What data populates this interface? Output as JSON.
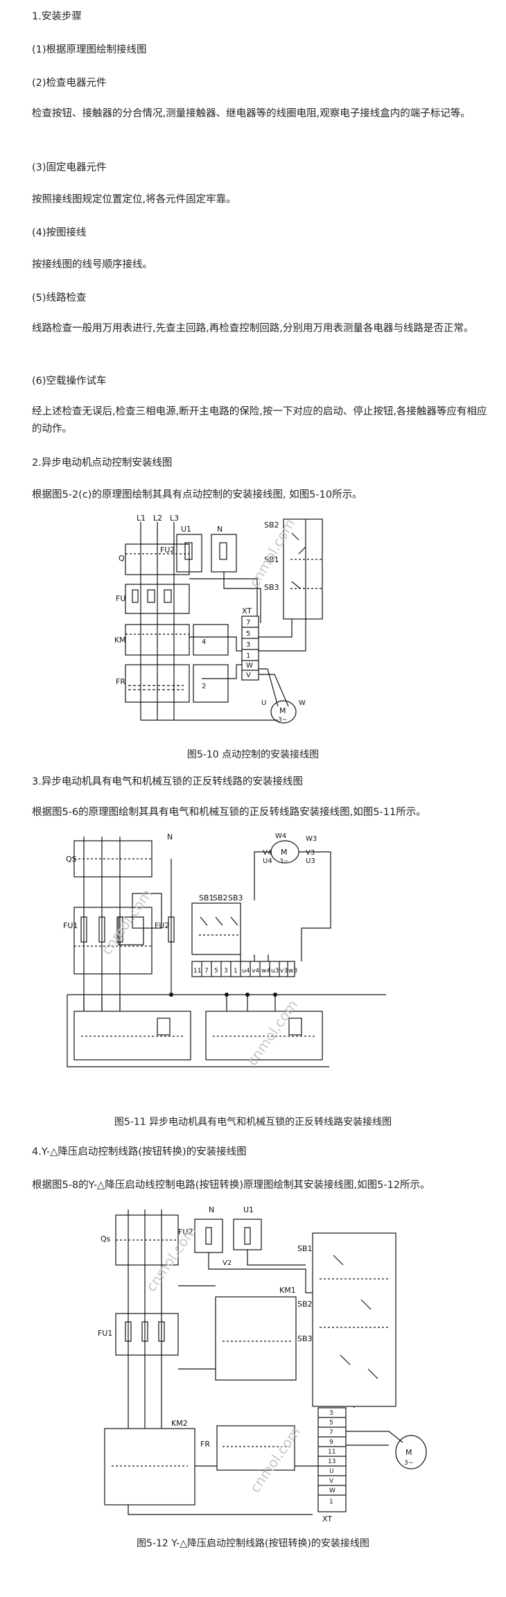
{
  "doc": {
    "h1": "1.安装步骤",
    "s1": "(1)根据原理图绘制接线图",
    "s2": "(2)检查电器元件",
    "p2": "检查按钮、接触器的分合情况,测量接触器、继电器等的线圈电阻,观察电子接线盒内的端子标记等。",
    "s3": "(3)固定电器元件",
    "p3": "按照接线图规定位置定位,将各元件固定牢靠。",
    "s4": "(4)按图接线",
    "p4": "按接线图的线号顺序接线。",
    "s5": "(5)线路检查",
    "p5": "线路检查一般用万用表进行,先查主回路,再检查控制回路,分别用万用表测量各电器与线路是否正常。",
    "s6": "(6)空载操作试车",
    "p6": "经上述检查无误后,检查三相电源,断开主电路的保险,按一下对应的启动、停止按钮,各接触器等应有相应的动作。",
    "h2": "2.异步电动机点动控制安装线图",
    "p7": "根据图5-2(c)的原理图绘制其具有点动控制的安装接线图, 如图5-10所示。",
    "cap1": "图5-10 点动控制的安装接线图",
    "h3": "3.异步电动机具有电气和机械互锁的正反转线路的安装接线图",
    "p8": "根据图5-6的原理图绘制其具有电气和机械互锁的正反转线路安装接线图,如图5-11所示。",
    "cap2": "图5-11 异步电动机具有电气和机械互锁的正反转线路安装接线图",
    "h4": "4.Y-△降压启动控制线路(按钮转换)的安装接线图",
    "p9": "根据图5-8的Y-△降压启动线控制电路(按钮转换)原理图绘制其安装接线图,如图5-12所示。",
    "cap3": "图5-12 Y-△降压启动控制线路(按钮转换)的安装接线图"
  },
  "fig1": {
    "l1": "L1",
    "l2": "L2",
    "l3": "L3",
    "q": "Q",
    "fu": "FU",
    "km": "KM",
    "fr": "FR",
    "u1": "U1",
    "n": "N",
    "fu2": "FU2",
    "sb2": "SB2",
    "sb1": "SB1",
    "sb3": "SB3",
    "xt": "XT",
    "m": "M",
    "m3": "3~",
    "u": "U",
    "v": "V",
    "w": "W",
    "t7": "7",
    "t5": "5",
    "t3": "3",
    "t1": "1",
    "t2": "2",
    "t4": "4"
  },
  "fig2": {
    "qs": "QS",
    "fu1": "FU1",
    "fu2": "FU2",
    "n": "N",
    "sb1": "SB1",
    "sb2": "SB2",
    "sb3": "SB3",
    "m": "M",
    "m3": "3~",
    "w4": "W4",
    "v4": "V4",
    "u4": "U4",
    "w3": "W3",
    "v3": "V3",
    "u3": "U3",
    "terms": [
      "11",
      "7",
      "5",
      "3",
      "1",
      "u4",
      "v4",
      "w4",
      "u3",
      "v3",
      "w3"
    ]
  },
  "fig3": {
    "qs": "Qs",
    "fu1": "FU1",
    "fu2": "FU2",
    "km1": "KM1",
    "km2": "KM2",
    "fr": "FR",
    "sb1": "SB1",
    "sb2": "SB2",
    "sb3": "SB3",
    "xt": "XT",
    "n": "N",
    "u1": "U1",
    "v2": "V2",
    "m": "M",
    "m3": "3~",
    "terms": [
      "3",
      "5",
      "7",
      "9",
      "11",
      "13",
      "U",
      "V",
      "W",
      "1"
    ]
  },
  "watermark": "cnmol.com"
}
